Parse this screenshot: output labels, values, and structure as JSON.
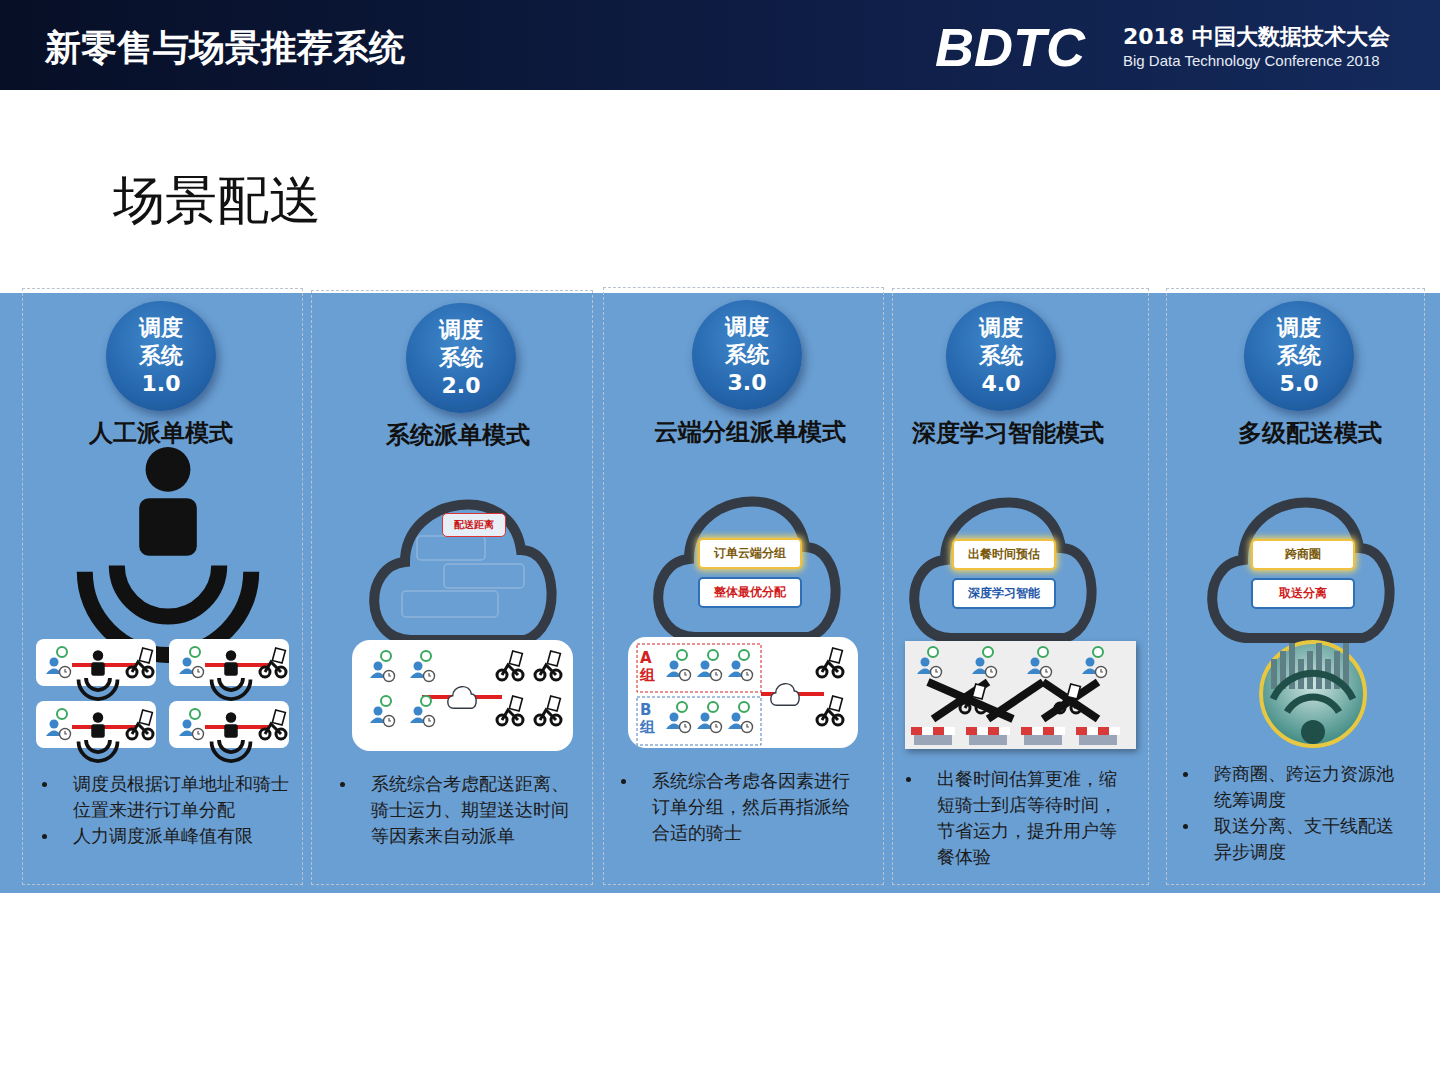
{
  "diagram": {
    "title": "场景配送",
    "nodes": [
      {
        "text": [
          "人工派单模式",
          "调度员根据订单地址和骑士位置来进行订单分配",
          "人力调度派单峰值有限"
        ]
      },
      {
        "text": [
          "调度 系统 1.0"
        ],
        "in": 0
      },
      {
        "text": [
          "系统派单模式",
          "系统综合考虑配送距离、骑士运力、期望送达时间等因素来自动派单"
        ]
      },
      {
        "text": [
          "调度 系统 2.0"
        ],
        "in": 2
      },
      {
        "text": [
          "配送距离"
        ],
        "in": 2
      },
      {
        "text": [
          "云端分组派单模式",
          "系统综合考虑各因素进行订单分组，然后再指派给合适的骑士"
        ]
      },
      {
        "text": [
          "调度 系统 3.0"
        ],
        "in": 5
      },
      {
        "text": [
          "订单云端分组"
        ],
        "in": 5
      },
      {
        "text": [
          "整体最优分配"
        ],
        "in": 5
      },
      {
        "text": [
          "深度学习智能模式",
          "出餐时间估算更准，缩短骑士到店等待时间，节省运力，提升用户等餐体验"
        ]
      },
      {
        "text": [
          "调度 系统 4.0"
        ],
        "in": 9
      },
      {
        "text": [
          "出餐时间预估"
        ],
        "in": 9
      },
      {
        "text": [
          "深度学习智能"
        ],
        "in": 9
      },
      {
        "text": [
          "多级配送模式",
          "跨商圈、跨运力资源池统筹调度",
          "取送分离、支干线配送异步调度"
        ]
      },
      {
        "text": [
          "调度 系统 5.0"
        ],
        "in": 13
      },
      {
        "text": [
          "跨商圈"
        ],
        "in": 13
      },
      {
        "text": [
          "取送分离"
        ],
        "in": 13
      }
    ],
    "edges": [],
    "labels": [
      "新零售与场景推荐系统",
      "BDTC",
      "2018 中国大数据技术大会",
      "Big Data Technology Conference 2018",
      "A组",
      "B组"
    ]
  }
}
